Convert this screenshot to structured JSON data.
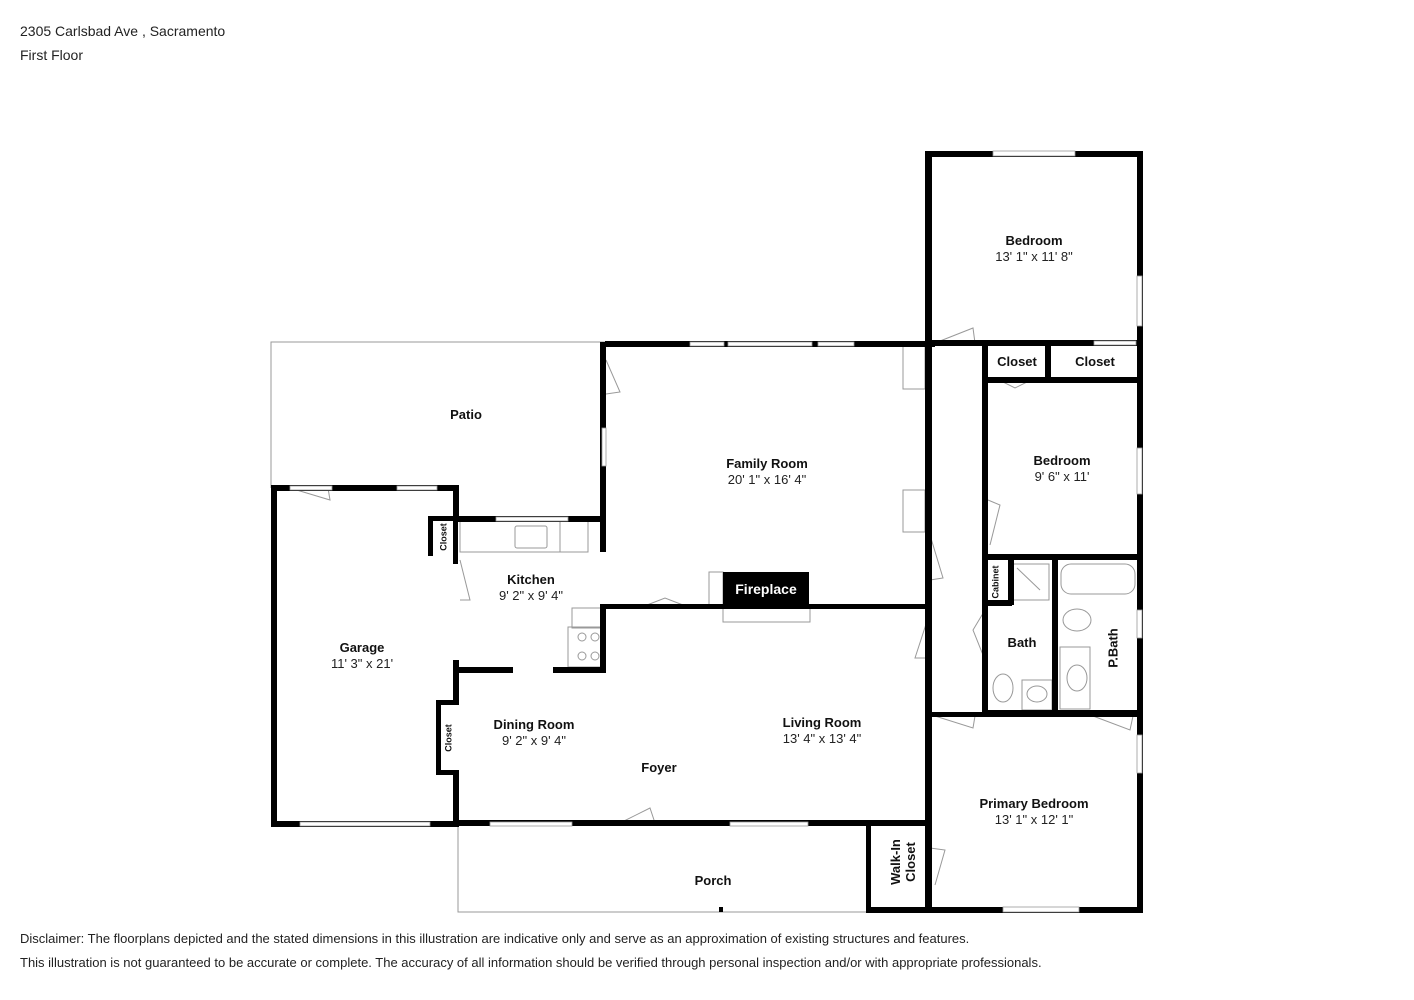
{
  "header": {
    "address": "2305 Carlsbad Ave , Sacramento",
    "floor": "First Floor"
  },
  "rooms": {
    "bedroom_top": {
      "name": "Bedroom",
      "dims": "13' 1\" x 11' 8\""
    },
    "closet_a": {
      "name": "Closet"
    },
    "closet_b": {
      "name": "Closet"
    },
    "bedroom_mid": {
      "name": "Bedroom",
      "dims": "9' 6\" x 11'"
    },
    "patio": {
      "name": "Patio"
    },
    "family_room": {
      "name": "Family Room",
      "dims": "20' 1\" x 16' 4\""
    },
    "kitchen_closet": {
      "name": "Closet"
    },
    "kitchen": {
      "name": "Kitchen",
      "dims": "9' 2\" x 9' 4\""
    },
    "fireplace": {
      "name": "Fireplace"
    },
    "cabinet": {
      "name": "Cabinet"
    },
    "bath": {
      "name": "Bath"
    },
    "pbath": {
      "name": "P.Bath"
    },
    "garage": {
      "name": "Garage",
      "dims": "11' 3\" x 21'"
    },
    "garage_closet": {
      "name": "Closet"
    },
    "dining_room": {
      "name": "Dining Room",
      "dims": "9' 2\" x 9' 4\""
    },
    "living_room": {
      "name": "Living Room",
      "dims": "13' 4\" x 13' 4\""
    },
    "foyer": {
      "name": "Foyer"
    },
    "primary_bedroom": {
      "name": "Primary Bedroom",
      "dims": "13' 1\" x 12' 1\""
    },
    "walkin_closet": {
      "name": "Walk-In\nCloset",
      "line1": "Walk-In",
      "line2": "Closet"
    },
    "porch": {
      "name": "Porch"
    }
  },
  "disclaimer": {
    "line1": "Disclaimer: The floorplans depicted and the stated dimensions in this illustration are indicative only and serve as an approximation of existing structures and features.",
    "line2": "This illustration is not guaranteed to be accurate or complete. The accuracy of all information should be verified through personal inspection and/or with appropriate professionals."
  },
  "colors": {
    "wall": "#000000",
    "outline": "#999999",
    "background": "#ffffff"
  }
}
